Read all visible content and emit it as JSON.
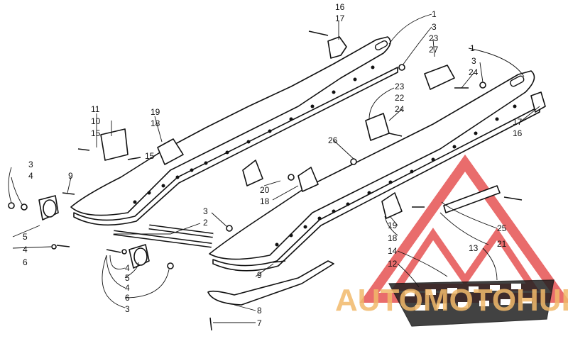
{
  "diagram": {
    "callouts": [
      {
        "id": "c16a",
        "text": "16"
      },
      {
        "id": "c17a",
        "text": "17"
      },
      {
        "id": "c1a",
        "text": "1"
      },
      {
        "id": "c3a",
        "text": "3"
      },
      {
        "id": "c23a",
        "text": "23"
      },
      {
        "id": "c27",
        "text": "27"
      },
      {
        "id": "c1b",
        "text": "1"
      },
      {
        "id": "c3b",
        "text": "3"
      },
      {
        "id": "c24a",
        "text": "24"
      },
      {
        "id": "c23b",
        "text": "23"
      },
      {
        "id": "c22",
        "text": "22"
      },
      {
        "id": "c24b",
        "text": "24"
      },
      {
        "id": "c17b",
        "text": "17"
      },
      {
        "id": "c16b",
        "text": "16"
      },
      {
        "id": "c11",
        "text": "11"
      },
      {
        "id": "c10",
        "text": "10"
      },
      {
        "id": "c15a",
        "text": "15"
      },
      {
        "id": "c19a",
        "text": "19"
      },
      {
        "id": "c18a",
        "text": "18"
      },
      {
        "id": "c15b",
        "text": "15"
      },
      {
        "id": "c26",
        "text": "26"
      },
      {
        "id": "c9a",
        "text": "9"
      },
      {
        "id": "c3c",
        "text": "3"
      },
      {
        "id": "c4a",
        "text": "4"
      },
      {
        "id": "c20",
        "text": "20"
      },
      {
        "id": "c18b",
        "text": "18"
      },
      {
        "id": "c5a",
        "text": "5"
      },
      {
        "id": "c4b",
        "text": "4"
      },
      {
        "id": "c6a",
        "text": "6"
      },
      {
        "id": "c3d",
        "text": "3"
      },
      {
        "id": "c2",
        "text": "2"
      },
      {
        "id": "c19b",
        "text": "19"
      },
      {
        "id": "c18c",
        "text": "18"
      },
      {
        "id": "c25",
        "text": "25"
      },
      {
        "id": "c21",
        "text": "21"
      },
      {
        "id": "c14",
        "text": "14"
      },
      {
        "id": "c13",
        "text": "13"
      },
      {
        "id": "c12",
        "text": "12"
      },
      {
        "id": "c4c",
        "text": "4"
      },
      {
        "id": "c5b",
        "text": "5"
      },
      {
        "id": "c4d",
        "text": "4"
      },
      {
        "id": "c6b",
        "text": "6"
      },
      {
        "id": "c3e",
        "text": "3"
      },
      {
        "id": "c9b",
        "text": "9"
      },
      {
        "id": "c8",
        "text": "8"
      },
      {
        "id": "c7",
        "text": "7"
      }
    ]
  },
  "watermark": {
    "text": "AUTOMOTOHUB",
    "text_color": "#f2b96a",
    "logo_color": "#e23b3b"
  }
}
